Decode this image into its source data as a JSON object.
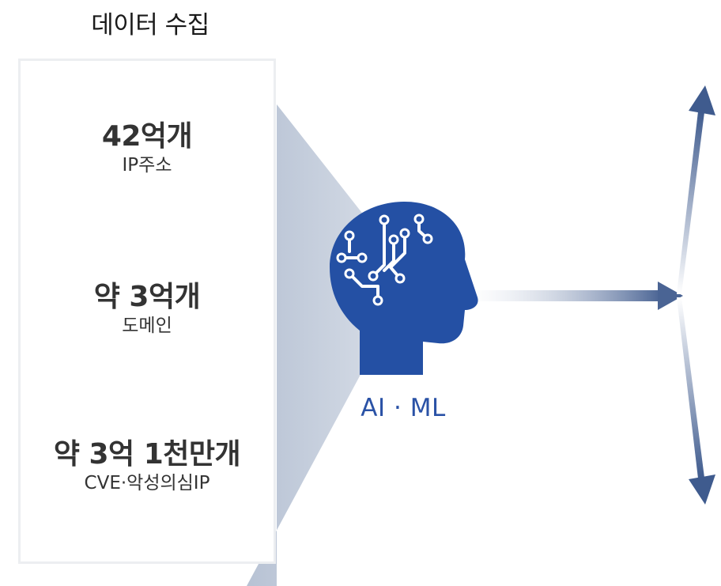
{
  "title": "데이터 수집",
  "stats": [
    {
      "value": "42억개",
      "label": "IP주소"
    },
    {
      "value": "약 3억개",
      "label": "도메인"
    },
    {
      "value": "약 3억 1천만개",
      "label": "CVE·악성의심IP"
    }
  ],
  "engine_label": "AI · ML",
  "colors": {
    "accent": "#2a52a6",
    "funnel": "#c3ccda",
    "arrow": "#4a6494",
    "text": "#333333"
  },
  "icons": [
    "ai-head-icon"
  ]
}
